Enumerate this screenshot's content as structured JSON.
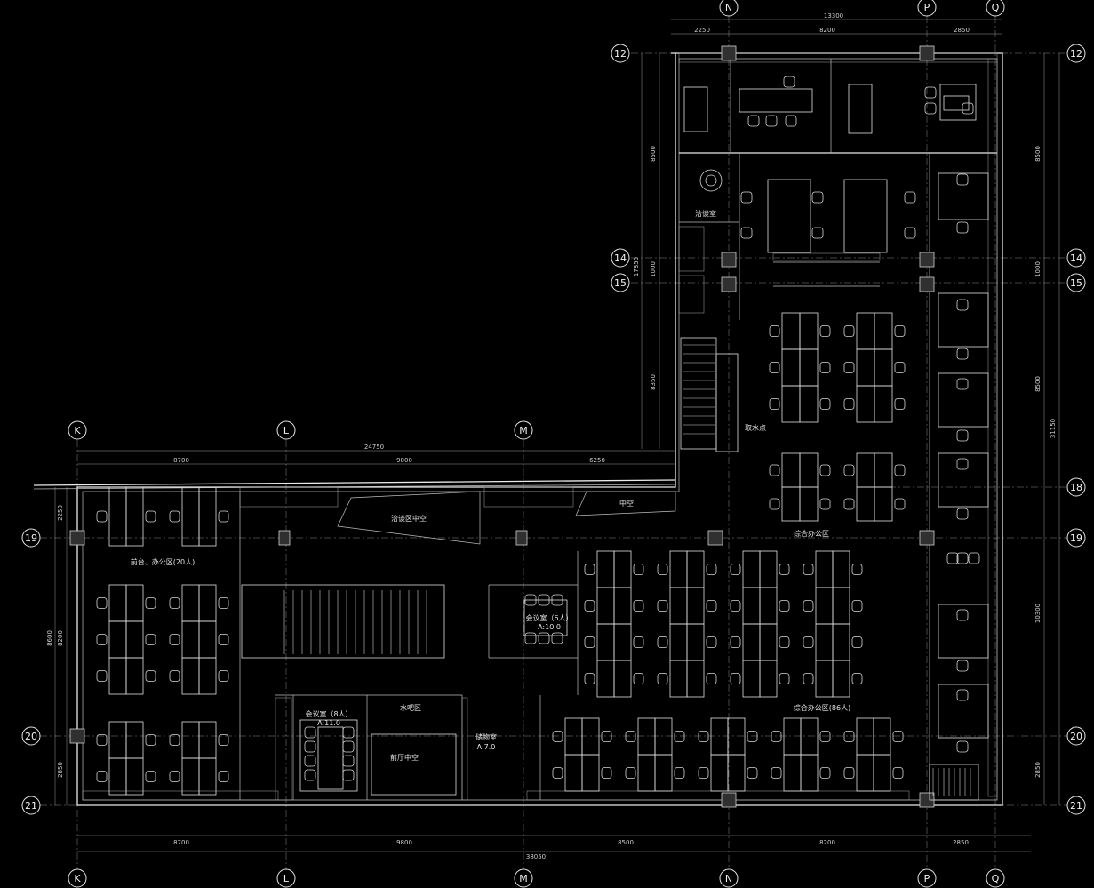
{
  "drawing": {
    "axes_top": [
      "N",
      "P",
      "Q"
    ],
    "axes_mid": [
      "K",
      "L",
      "M"
    ],
    "axes_bottom": [
      "K",
      "L",
      "M",
      "N",
      "P",
      "Q"
    ],
    "rows_left": [
      "19",
      "20",
      "21"
    ],
    "rows_right_top": [
      "12",
      "14",
      "15"
    ],
    "rows_right_bottom": [
      "18",
      "19",
      "20",
      "21"
    ],
    "dims": {
      "top_total": "13300",
      "top_1": "2250",
      "top_2": "8200",
      "top_3": "2850",
      "mid_total": "24750",
      "mid_1": "8700",
      "mid_2": "9800",
      "mid_3": "6250",
      "bottom_1": "8700",
      "bottom_2": "9800",
      "bottom_3": "8500",
      "bottom_4": "8200",
      "bottom_5": "2850",
      "bottom_total": "38050",
      "left_1": "2250",
      "left_2": "8200",
      "left_3": "8600",
      "left_4": "2850",
      "vert_a": "8500",
      "vert_b": "17850",
      "vert_c": "1000",
      "vert_d": "8350",
      "right_1": "8500",
      "right_2": "1000",
      "right_3": "8500",
      "right_total": "31150",
      "right_4": "10300",
      "right_5": "2850"
    },
    "rooms": {
      "negotiation": "洽谈室",
      "water": "取水点",
      "general_office": "综合办公区",
      "general_office_86": "综合办公区(86人)",
      "meeting_6": "会议室（6人）",
      "meeting_6_area": "A:10.0",
      "meeting_8": "会议室（8人）",
      "meeting_8_area": "A:11.0",
      "reception_atrium": "洽谈区中空",
      "atrium": "中空",
      "front_desk": "前台、办公区(20人)",
      "pantry": "水吧区",
      "lobby_atrium": "前厅中空",
      "storage": "储物室",
      "storage_area": "A:7.0"
    }
  }
}
